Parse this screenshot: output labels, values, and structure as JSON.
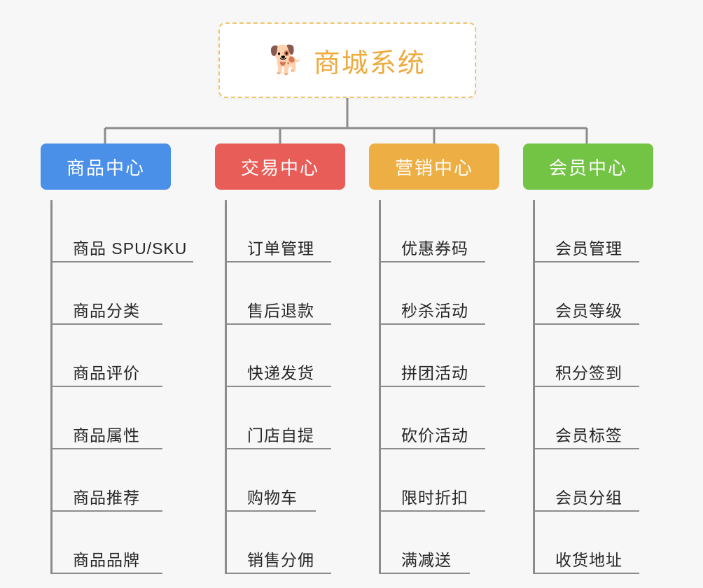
{
  "root": {
    "icon": "shiba-dog-face-emoji",
    "icon_glyph": "🐕",
    "title": "商城系统",
    "border_color": "#f2c46b",
    "text_color": "#edab3e",
    "background": "#ffffff"
  },
  "canvas": {
    "background": "#f7f7f7",
    "connector_color": "#8c8c8c"
  },
  "columns": [
    {
      "id": "product-center",
      "header": "商品中心",
      "color": "#4a90e8",
      "items": [
        "商品 SPU/SKU",
        "商品分类",
        "商品评价",
        "商品属性",
        "商品推荐",
        "商品品牌"
      ]
    },
    {
      "id": "trade-center",
      "header": "交易中心",
      "color": "#e85d58",
      "items": [
        "订单管理",
        "售后退款",
        "快递发货",
        "门店自提",
        "购物车",
        "销售分佣"
      ]
    },
    {
      "id": "marketing-center",
      "header": "营销中心",
      "color": "#edae43",
      "items": [
        "优惠券码",
        "秒杀活动",
        "拼团活动",
        "砍价活动",
        "限时折扣",
        "满减送"
      ]
    },
    {
      "id": "member-center",
      "header": "会员中心",
      "color": "#73c445",
      "items": [
        "会员管理",
        "会员等级",
        "积分签到",
        "会员标签",
        "会员分组",
        "收货地址"
      ]
    }
  ]
}
